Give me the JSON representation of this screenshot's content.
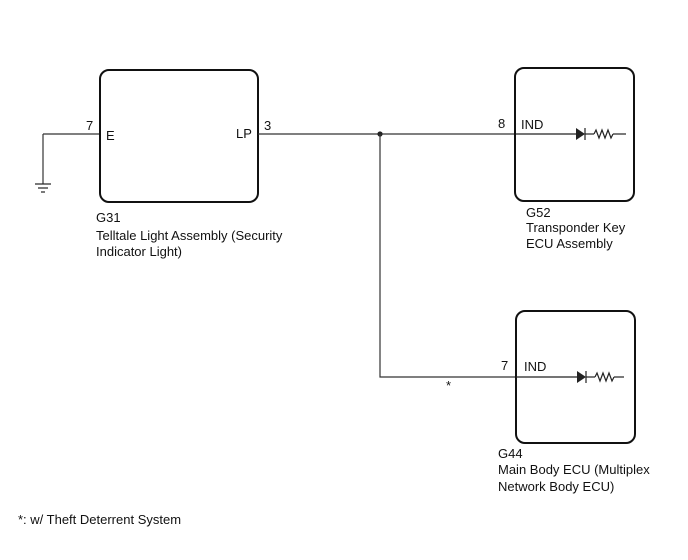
{
  "components": {
    "telltale": {
      "code": "G31",
      "name_line1": "Telltale Light Assembly (Security",
      "name_line2": "Indicator Light)",
      "pin_left_number": "7",
      "pin_left_name": "E",
      "pin_right_number": "3",
      "pin_right_name": "LP"
    },
    "transponder": {
      "code": "G52",
      "name_line1": "Transponder Key",
      "name_line2": "ECU Assembly",
      "pin_number": "8",
      "pin_name": "IND"
    },
    "main_body": {
      "code": "G44",
      "name_line1": "Main Body ECU (Multiplex",
      "name_line2": "Network Body ECU)",
      "pin_number": "7",
      "pin_name": "IND"
    }
  },
  "branch_marker": "*",
  "footnote": "*: w/ Theft Deterrent System",
  "colors": {
    "line": "#333333",
    "text": "#111111",
    "background": "#ffffff"
  }
}
